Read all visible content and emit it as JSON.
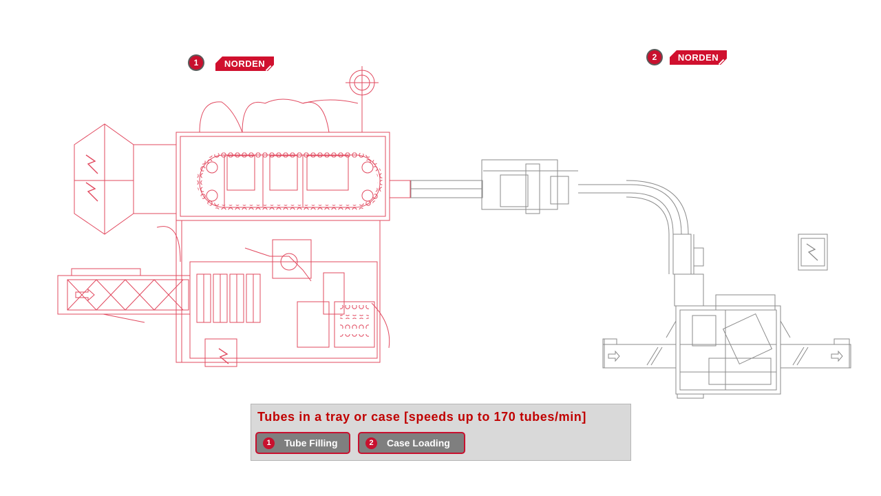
{
  "markers": {
    "machine1": {
      "number": "1",
      "logo": "NORDEN"
    },
    "machine2": {
      "number": "2",
      "logo": "NORDEN"
    }
  },
  "info": {
    "title": "Tubes in a tray or case [speeds up to 170 tubes/min]",
    "steps": [
      {
        "number": "1",
        "label": "Tube Filling"
      },
      {
        "number": "2",
        "label": "Case Loading"
      }
    ]
  },
  "colors": {
    "brand_red": "#c8102e",
    "drawing_red": "#e1485e",
    "drawing_gray": "#8a8a8a",
    "title_red": "#c00000",
    "panel_gray": "#d9d9d9",
    "button_gray": "#7f7f7f"
  },
  "icons": {
    "hazard": "lightning-bolt-icon",
    "arrow": "arrow-right-icon"
  }
}
